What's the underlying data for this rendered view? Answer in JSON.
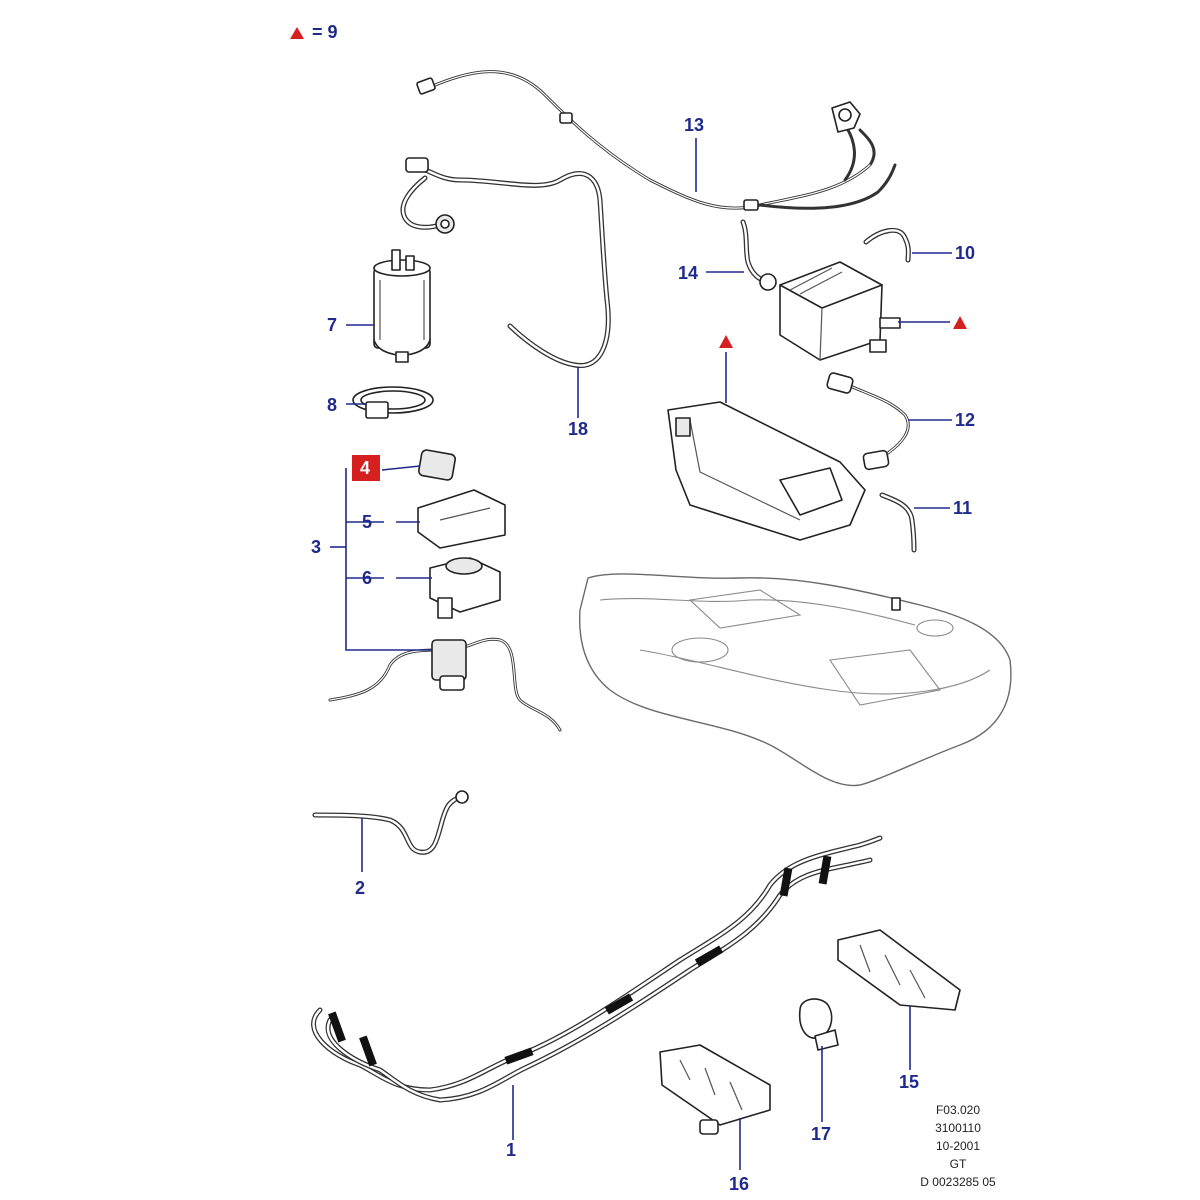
{
  "legend": {
    "symbol_color": "#d62020",
    "text": "= 9"
  },
  "callouts": {
    "c1": "1",
    "c2": "2",
    "c3": "3",
    "c4": "4",
    "c5": "5",
    "c6": "6",
    "c7": "7",
    "c8": "8",
    "c10": "10",
    "c11": "11",
    "c12": "12",
    "c13": "13",
    "c14": "14",
    "c15": "15",
    "c16": "16",
    "c17": "17",
    "c18": "18"
  },
  "highlight_color": "#d62020",
  "callout_color": "#1f2a8c",
  "reference_block": [
    "F03.020",
    "3100110",
    "10-2001",
    "GT",
    "D 0023285 05"
  ]
}
